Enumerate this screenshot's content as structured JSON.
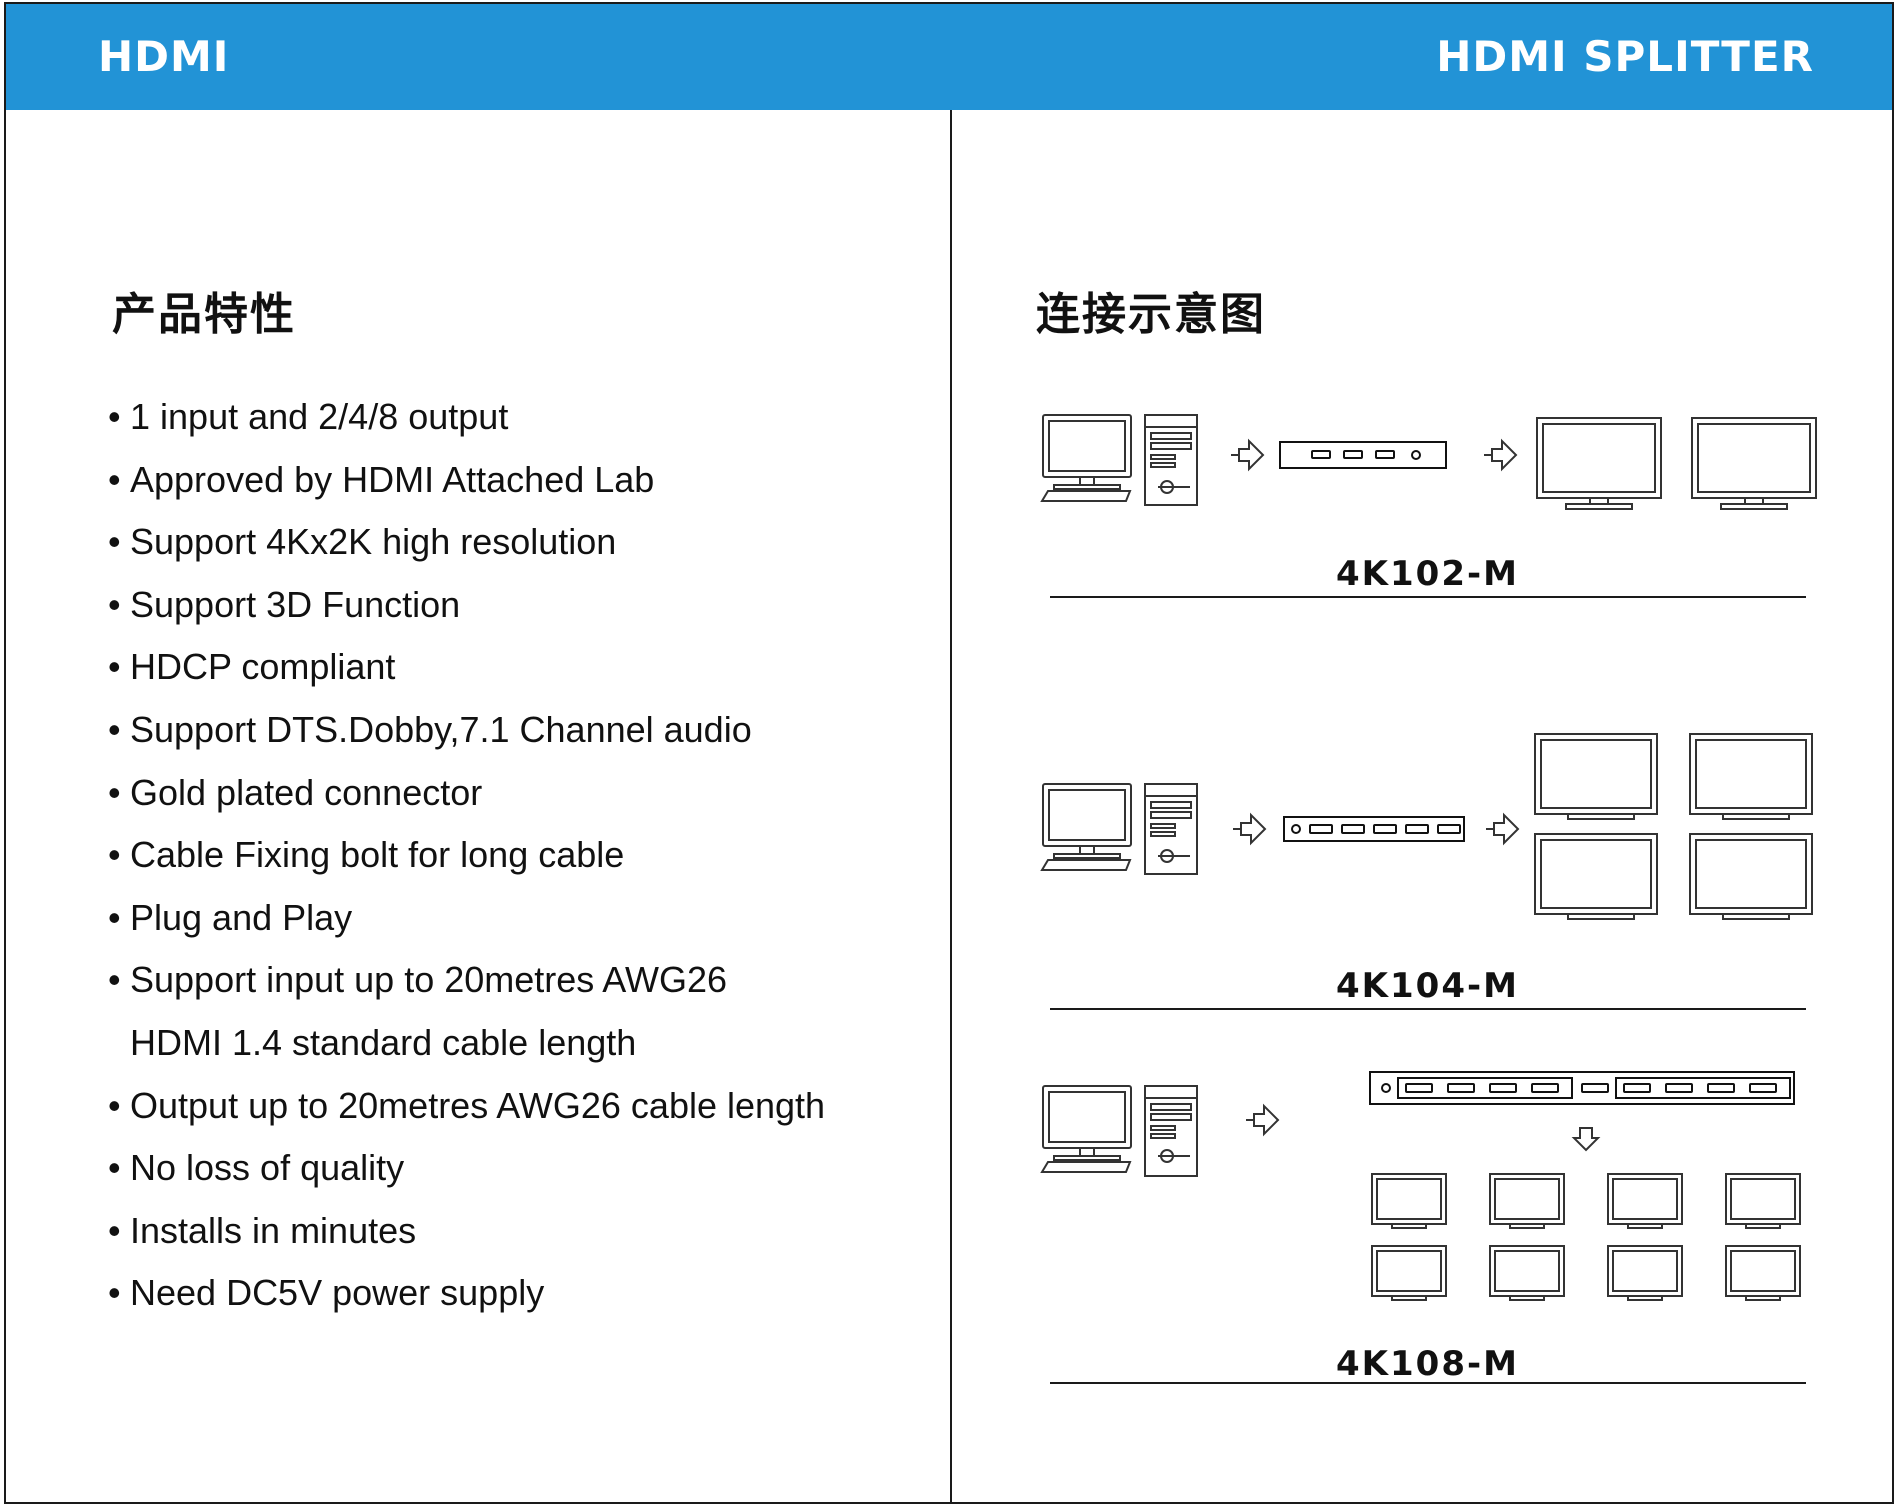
{
  "header": {
    "left_title": "HDMI",
    "right_title": "HDMI SPLITTER",
    "color": "#2293d6"
  },
  "left": {
    "title": "产品特性",
    "bullet": "•",
    "features": [
      {
        "text": "1 input and 2/4/8 output",
        "bullet": true
      },
      {
        "text": "Approved by HDMI Attached Lab",
        "bullet": true
      },
      {
        "text": "Support  4Kx2K high resolution",
        "bullet": true
      },
      {
        "text": "Support 3D Function",
        "bullet": true
      },
      {
        "text": "HDCP compliant",
        "bullet": true
      },
      {
        "text": "Support DTS.Dobby,7.1 Channel audio",
        "bullet": true
      },
      {
        "text": "Gold plated connector",
        "bullet": true
      },
      {
        "text": "Cable Fixing bolt for long cable",
        "bullet": true
      },
      {
        "text": "Plug and Play",
        "bullet": true
      },
      {
        "text": "Support input up to 20metres AWG26",
        "bullet": true
      },
      {
        "text": "HDMI 1.4 standard cable length",
        "bullet": false
      },
      {
        "text": "Output up to 20metres AWG26  cable length",
        "bullet": true
      },
      {
        "text": "No loss of quality",
        "bullet": true
      },
      {
        "text": "Installs in minutes",
        "bullet": true
      },
      {
        "text": "Need DC5V power supply",
        "bullet": true
      }
    ]
  },
  "right": {
    "title": "连接示意图",
    "diagrams": [
      {
        "model": "4K102-M",
        "outputs": 2
      },
      {
        "model": "4K104-M",
        "outputs": 4
      },
      {
        "model": "4K108-M",
        "outputs": 8
      }
    ]
  }
}
